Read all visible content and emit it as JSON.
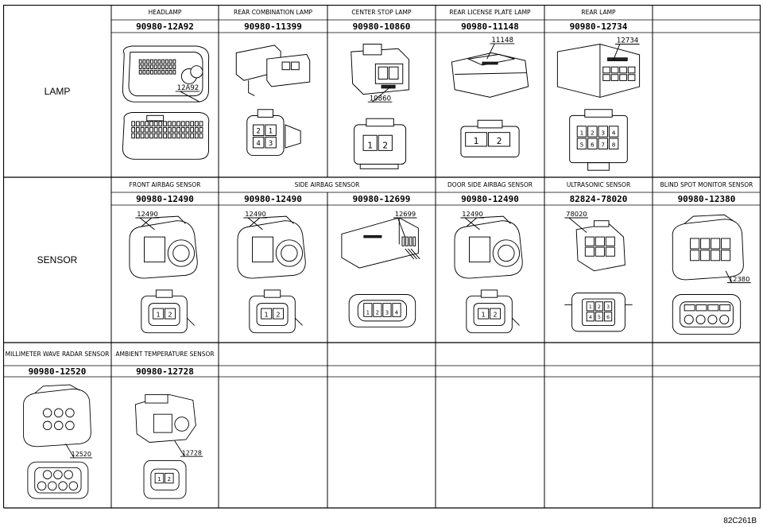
{
  "rows": [
    {
      "category": "LAMP",
      "components": [
        {
          "name": "HEADLAMP",
          "part_number": "90980-12A92",
          "callout": "12A92",
          "style": "headlamp"
        },
        {
          "name": "REAR COMBINATION LAMP",
          "part_number": "90980-11399",
          "callout": "",
          "style": "box4"
        },
        {
          "name": "CENTER STOP LAMP",
          "part_number": "90980-10860",
          "callout": "10860",
          "style": "boxlatch2"
        },
        {
          "name": "REAR LICENSE PLATE LAMP",
          "part_number": "90980-11148",
          "callout": "11148",
          "style": "wide2"
        },
        {
          "name": "REAR LAMP",
          "part_number": "90980-12734",
          "callout": "12734",
          "style": "block8"
        },
        {
          "name": "",
          "part_number": "",
          "callout": "",
          "style": "empty"
        }
      ]
    },
    {
      "category": "SENSOR",
      "components": [
        {
          "name": "FRONT AIRBAG SENSOR",
          "part_number": "90980-12490",
          "callout": "12490",
          "style": "airbag2"
        },
        {
          "name": "SIDE AIRBAG SENSOR",
          "part_number": "90980-12490",
          "callout": "12490",
          "style": "airbag2"
        },
        {
          "name": "",
          "part_number": "90980-12699",
          "callout": "12699",
          "style": "long4"
        },
        {
          "name": "DOOR SIDE AIRBAG SENSOR",
          "part_number": "90980-12490",
          "callout": "12490",
          "style": "airbag2"
        },
        {
          "name": "ULTRASONIC SENSOR",
          "part_number": "82824-78020",
          "callout": "78020",
          "style": "ultra6"
        },
        {
          "name": "BLIND SPOT MONITOR SENSOR",
          "part_number": "90980-12380",
          "callout": "12380",
          "style": "bsm"
        }
      ]
    },
    {
      "category": "",
      "components": [
        {
          "name": "MILLIMETER WAVE RADAR SENSOR",
          "part_number": "90980-12520",
          "callout": "12520",
          "style": "radar"
        },
        {
          "name": "AMBIENT TEMPERATURE SENSOR",
          "part_number": "90980-12728",
          "callout": "12728",
          "style": "ambient2"
        },
        {
          "name": "",
          "part_number": "",
          "callout": "",
          "style": "empty"
        },
        {
          "name": "",
          "part_number": "",
          "callout": "",
          "style": "empty"
        },
        {
          "name": "",
          "part_number": "",
          "callout": "",
          "style": "empty"
        },
        {
          "name": "",
          "part_number": "",
          "callout": "",
          "style": "empty"
        }
      ]
    }
  ],
  "figure_code": "82C261B"
}
